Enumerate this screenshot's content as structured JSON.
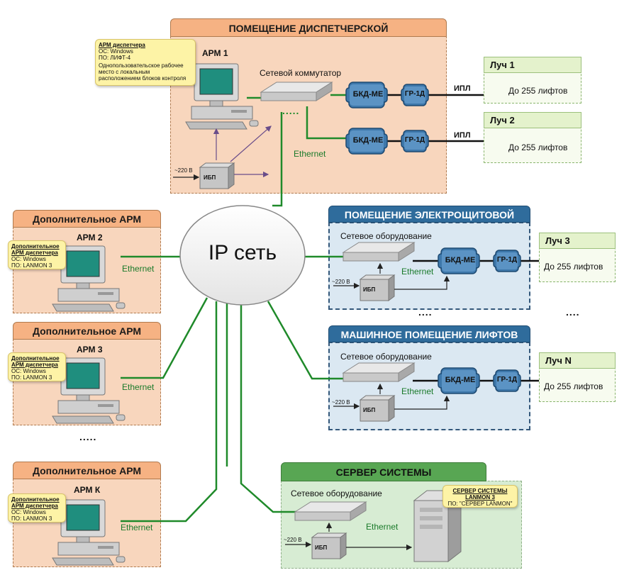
{
  "dispatch_room": {
    "title": "ПОМЕЩЕНИЕ ДИСПЕТЧЕРСКОЙ",
    "arm_label": "АРМ 1",
    "note": {
      "title": "АРМ диспетчера",
      "os": "ОС: Windows",
      "sw": "ПО: ЛИФТ-4",
      "desc": "Однопользовательское рабочее место с локальным расположением блоков контроля"
    },
    "switch_label": "Сетевой коммутатор",
    "ethernet_label": "Ethernet",
    "ups_voltage": "~220 В",
    "ups_label": "ИБП",
    "bkd1": "БКД-МЕ",
    "gr1": "ГР-1Д",
    "ipl1": "ИПЛ",
    "bkd2": "БКД-МЕ",
    "gr2": "ГР-1Д",
    "ipl2": "ИПЛ"
  },
  "rays": [
    {
      "title": "Луч 1",
      "text": "До 255 лифтов"
    },
    {
      "title": "Луч 2",
      "text": "До 255 лифтов"
    },
    {
      "title": "Луч 3",
      "text": "До 255 лифтов"
    },
    {
      "title": "Луч N",
      "text": "До 255 лифтов"
    }
  ],
  "cloud": {
    "label": "IP сеть"
  },
  "extra_arms": [
    {
      "title": "Дополнительное АРМ",
      "arm": "АРМ 2",
      "note_title": "Дополнительное АРМ диспетчера",
      "os": "ОС: Windows",
      "sw": "ПО: LANMON 3",
      "ethernet": "Ethernet"
    },
    {
      "title": "Дополнительное АРМ",
      "arm": "АРМ 3",
      "note_title": "Дополнительное АРМ диспетчера",
      "os": "ОС: Windows",
      "sw": "ПО: LANMON 3",
      "ethernet": "Ethernet"
    },
    {
      "title": "Дополнительное АРМ",
      "arm": "АРМ К",
      "note_title": "Дополнительное АРМ диспетчера",
      "os": "ОС: Windows",
      "sw": "ПО: LANMON 3",
      "ethernet": "Ethernet"
    }
  ],
  "electrical_room": {
    "title": "ПОМЕЩЕНИЕ ЭЛЕКТРОЩИТОВОЙ",
    "equipment": "Сетевое оборудование",
    "ethernet": "Ethernet",
    "ups_voltage": "~220 В",
    "ups": "ИБП",
    "bkd": "БКД-МЕ",
    "gr": "ГР-1Д"
  },
  "machine_room": {
    "title": "МАШИННОЕ ПОМЕЩЕНИЕ ЛИФТОВ",
    "equipment": "Сетевое оборудование",
    "ethernet": "Ethernet",
    "ups_voltage": "~220 В",
    "ups": "ИБП",
    "bkd": "БКД-МЕ",
    "gr": "ГР-1Д"
  },
  "server": {
    "title": "СЕРВЕР СИСТЕМЫ",
    "equipment": "Сетевое оборудование",
    "ethernet": "Ethernet",
    "ups_voltage": "~220 В",
    "ups": "ИБП",
    "note_title": "СЕРВЕР СИСТЕМЫ LANMON 3",
    "note_sw": "ПО: \"СЕРВЕР LANMON\""
  },
  "ellipsis": {
    "dots_a": ".....",
    "dots_b": "....",
    "dots_c": "....",
    "dots_d": "....",
    "dots_e": "....."
  },
  "colors": {
    "network_line": "#1f8a2a",
    "block_blue": "#2f6c9c",
    "orange_panel": "#f8d6bd",
    "orange_header": "#f6b283",
    "blue_panel": "#dbe8f2",
    "green_panel": "#d7ecd3"
  }
}
